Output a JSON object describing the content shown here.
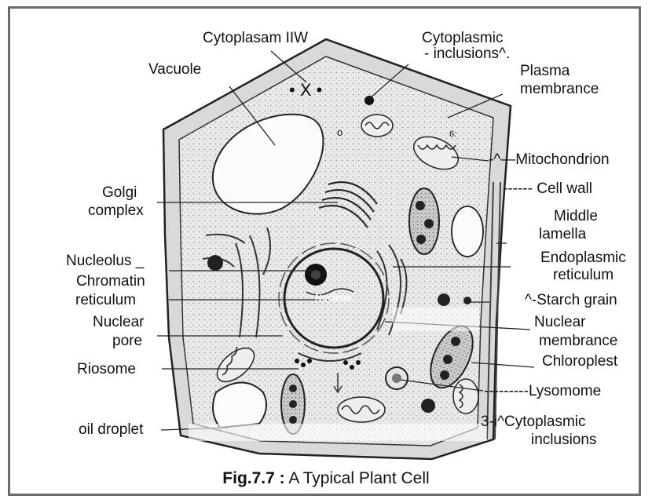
{
  "caption": {
    "fig": "Fig.7.7 :",
    "title": " A Typical Plant Cell"
  },
  "labels": {
    "cytoplasam": "Cytoplasam IIW",
    "cytoplasmic_top_1": "Cytoplasmic",
    "cytoplasmic_top_2": "- inclusions^.",
    "vacuole": "Vacuole",
    "plasma_1": "Plasma",
    "plasma_2": "membrance",
    "mitochondrion": "-^—Mitochondrion",
    "golgi_1": "Golgi",
    "golgi_2": "complex",
    "cell_wall": "------ Cell wall",
    "middle_1": "Middle",
    "middle_2": "lamella",
    "nucleolus": "Nucleolus _",
    "endo_1": "Endoplasmic",
    "endo_2": "reticulum",
    "chromatin_1": "Chromatin",
    "chromatin_2": "reticulum",
    "starch": "^-Starch grain",
    "nuclear_pore_1": "Nuclear",
    "nuclear_pore_2": "pore",
    "nuclear_mem_1": "Nuclear",
    "nuclear_mem_2": "membrance",
    "riosome": "Riosome",
    "chloroplest": "Chloroplest",
    "lysomome": "---------Lysomome",
    "oil": "oil droplet",
    "incl_bottom_1": "3-i^Cytoplasmic",
    "incl_bottom_2": "inclusions",
    "nucleus": "Nucleus",
    "x_mark": "• X •",
    "six": "6:",
    "small_o": "o"
  }
}
